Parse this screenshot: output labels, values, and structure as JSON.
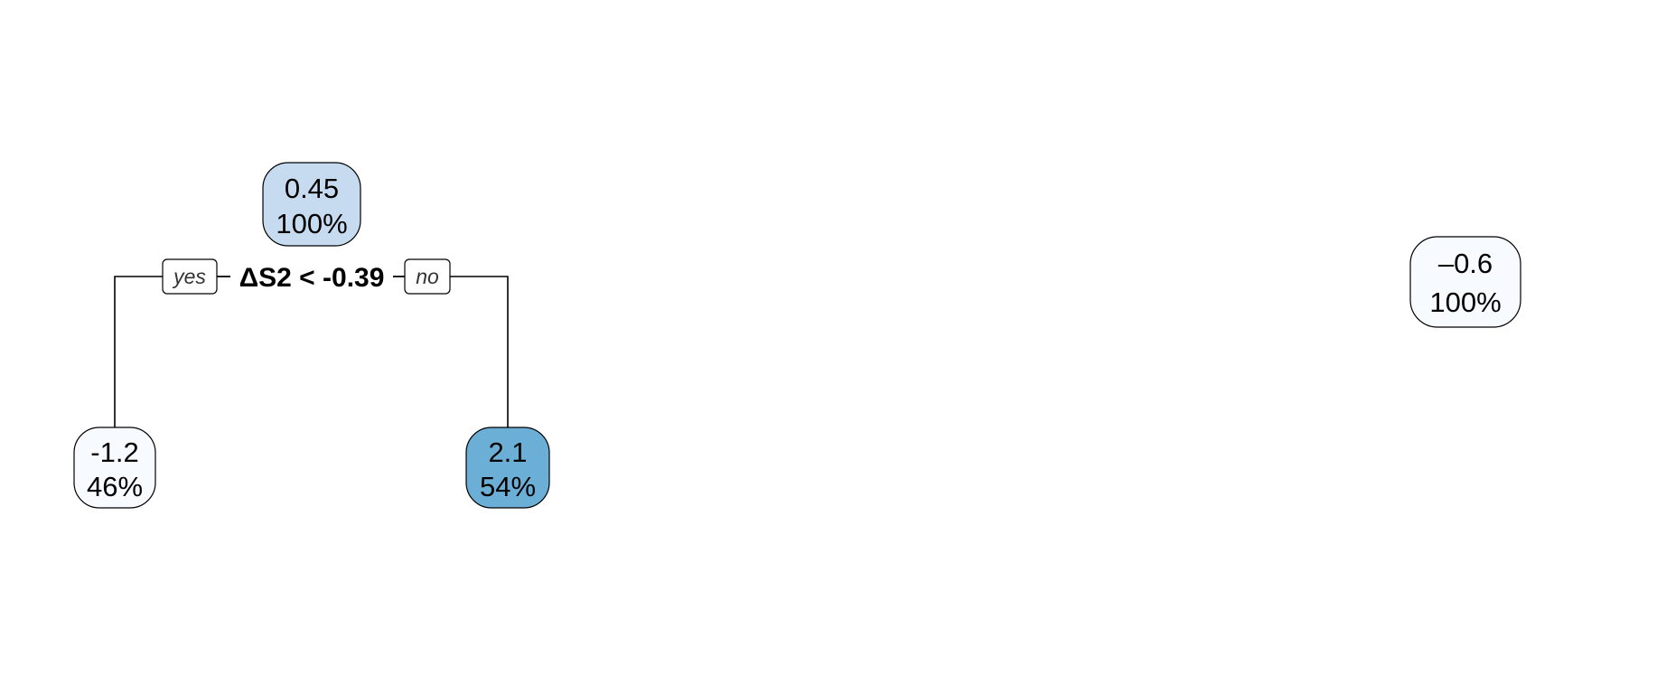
{
  "trees": [
    {
      "root": {
        "value": "0.45",
        "percent": "100%",
        "fill": "#c6dbef"
      },
      "split": {
        "label": "ΔS2 < -0.39",
        "yes_label": "yes",
        "no_label": "no"
      },
      "left": {
        "value": "-1.2",
        "percent": "46%",
        "fill": "#f7fbff"
      },
      "right": {
        "value": "2.1",
        "percent": "54%",
        "fill": "#6baed6"
      }
    },
    {
      "root": {
        "value": "–0.6",
        "percent": "100%",
        "fill": "#f7fbff"
      }
    }
  ],
  "colors": {
    "stroke": "#000000",
    "background": "#ffffff"
  }
}
